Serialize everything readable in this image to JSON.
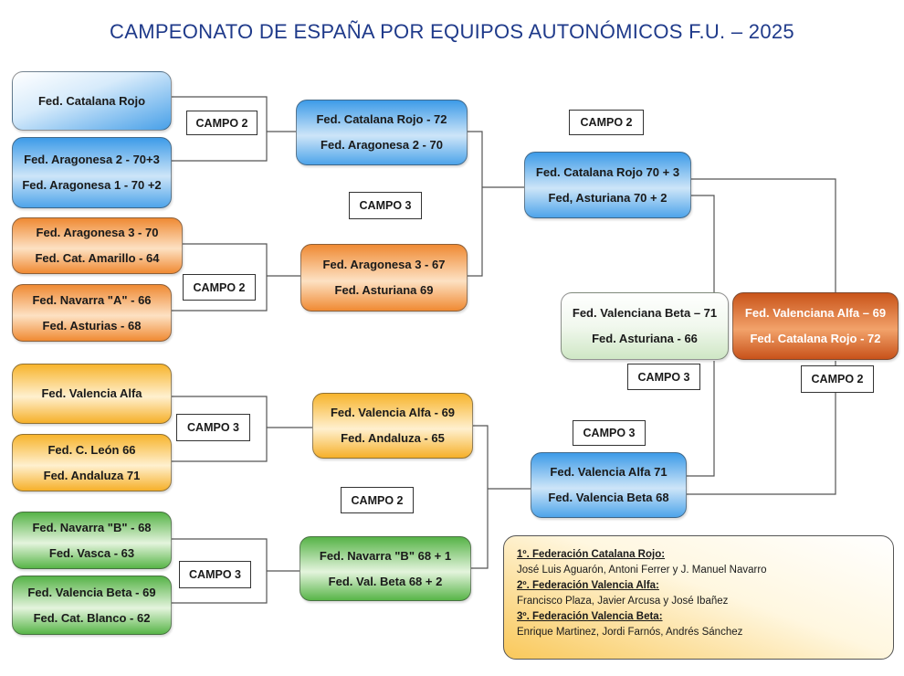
{
  "title": "CAMPEONATO DE ESPAÑA POR EQUIPOS AUTONÓMICOS F.U. – 2025",
  "round1": {
    "m1": [
      "Fed. Catalana Rojo"
    ],
    "m2": [
      "Fed. Aragonesa 2  - 70+3",
      "Fed. Aragonesa 1  - 70 +2"
    ],
    "m3": [
      "Fed. Aragonesa 3 - 70",
      "Fed. Cat. Amarillo  - 64"
    ],
    "m4": [
      "Fed. Navarra \"A\"  - 66",
      "Fed. Asturias  - 68"
    ],
    "m5": [
      "Fed. Valencia Alfa"
    ],
    "m6": [
      "Fed. C. León  66",
      "Fed. Andaluza  71"
    ],
    "m7": [
      "Fed. Navarra \"B\"  - 68",
      "Fed. Vasca  - 63"
    ],
    "m8": [
      "Fed. Valencia Beta  - 69",
      "Fed. Cat.  Blanco - 62"
    ]
  },
  "round2": {
    "q1": [
      "Fed. Catalana Rojo - 72",
      "Fed. Aragonesa  2  - 70"
    ],
    "q2": [
      "Fed. Aragonesa  3 - 67",
      "Fed. Asturiana  69"
    ],
    "q3": [
      "Fed. Valencia Alfa  - 69",
      "Fed. Andaluza  - 65"
    ],
    "q4": [
      "Fed. Navarra \"B\"  68 + 1",
      "Fed. Val.  Beta  68 + 2"
    ]
  },
  "semis": {
    "s1": [
      "Fed. Catalana Rojo 70 + 3",
      "Fed, Asturiana  70  +  2"
    ],
    "s2": [
      "Fed. Valencia Alfa  71",
      "Fed. Valencia Beta  68"
    ]
  },
  "third_place": [
    "Fed. Valenciana Beta –  71",
    "Fed. Asturiana  - 66"
  ],
  "final": [
    "Fed. Valenciana Alfa – 69",
    "Fed. Catalana Rojo - 72"
  ],
  "campos": {
    "c1": "CAMPO 2",
    "c2": "CAMPO 2",
    "c3": "CAMPO 3",
    "c4": "CAMPO 2",
    "c5": "CAMPO 3",
    "c6": "CAMPO 2",
    "c7": "CAMPO 3",
    "c8": "CAMPO 3",
    "c9": "CAMPO 3",
    "c10": "CAMPO 2"
  },
  "legend": {
    "first_heading": "1º. Federación Catalana Rojo:",
    "first_names": "José Luis Aguarón, Antoni Ferrer y J. Manuel Navarro",
    "second_heading": "2º. Federación Valencia Alfa:",
    "second_names": "Francisco Plaza, Javier Arcusa y José Ibañez",
    "third_heading": "3º. Federación Valencia Beta:",
    "third_names": "Enrique Martinez, Jordi Farnós, Andrés Sánchez"
  }
}
